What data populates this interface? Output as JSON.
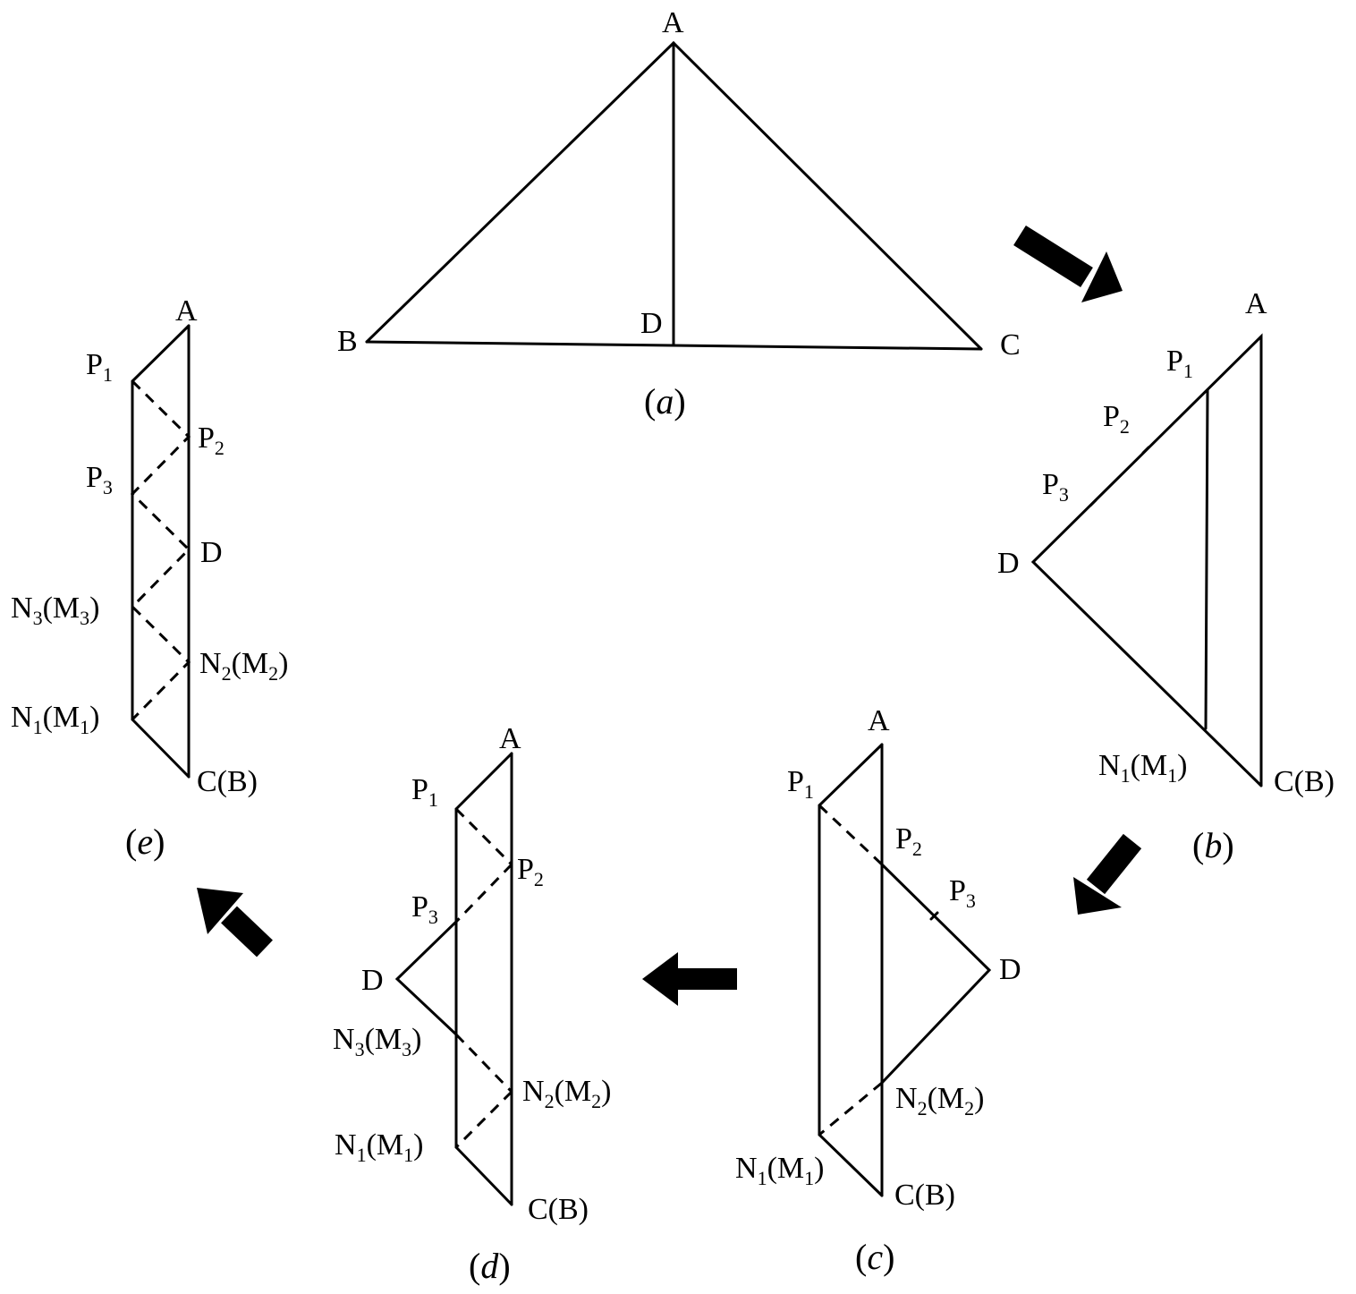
{
  "colors": {
    "ink": "#000000",
    "background": "#ffffff"
  },
  "panels": {
    "a": {
      "caption_open": "(",
      "caption_letter": "a",
      "caption_close": ")",
      "labels": {
        "A": "A",
        "B": "B",
        "C": "C",
        "D": "D"
      }
    },
    "b": {
      "caption_open": "(",
      "caption_letter": "b",
      "caption_close": ")",
      "labels": {
        "A": "A",
        "P1": "P",
        "P1_sub": "1",
        "P2": "P",
        "P2_sub": "2",
        "P3": "P",
        "P3_sub": "3",
        "D": "D",
        "N1": "N",
        "N1_sub": "1",
        "N1_mid": "(M",
        "N1_sub2": "1",
        "N1_end": ")",
        "CB": "C(B)"
      }
    },
    "c": {
      "caption_open": "(",
      "caption_letter": "c",
      "caption_close": ")",
      "labels": {
        "A": "A",
        "P1": "P",
        "P1_sub": "1",
        "P2": "P",
        "P2_sub": "2",
        "P3": "P",
        "P3_sub": "3",
        "D": "D",
        "N2": "N",
        "N2_sub": "2",
        "N2_mid": "(M",
        "N2_sub2": "2",
        "N2_end": ")",
        "N1": "N",
        "N1_sub": "1",
        "N1_mid": "(M",
        "N1_sub2": "1",
        "N1_end": ")",
        "CB": "C(B)"
      }
    },
    "d": {
      "caption_open": "(",
      "caption_letter": "d",
      "caption_close": ")",
      "labels": {
        "A": "A",
        "P1": "P",
        "P1_sub": "1",
        "P2": "P",
        "P2_sub": "2",
        "P3": "P",
        "P3_sub": "3",
        "D": "D",
        "N3": "N",
        "N3_sub": "3",
        "N3_mid": "(M",
        "N3_sub2": "3",
        "N3_end": ")",
        "N2": "N",
        "N2_sub": "2",
        "N2_mid": "(M",
        "N2_sub2": "2",
        "N2_end": ")",
        "N1": "N",
        "N1_sub": "1",
        "N1_mid": "(M",
        "N1_sub2": "1",
        "N1_end": ")",
        "CB": "C(B)"
      }
    },
    "e": {
      "caption_open": "(",
      "caption_letter": "e",
      "caption_close": ")",
      "labels": {
        "A": "A",
        "P1": "P",
        "P1_sub": "1",
        "P2": "P",
        "P2_sub": "2",
        "P3": "P",
        "P3_sub": "3",
        "D": "D",
        "N3": "N",
        "N3_sub": "3",
        "N3_mid": "(M",
        "N3_sub2": "3",
        "N3_end": ")",
        "N2": "N",
        "N2_sub": "2",
        "N2_mid": "(M",
        "N2_sub2": "2",
        "N2_end": ")",
        "N1": "N",
        "N1_sub": "1",
        "N1_mid": "(M",
        "N1_sub2": "1",
        "N1_end": ")",
        "CB": "C(B)"
      }
    }
  },
  "arrows": [
    {
      "icon": "arrow-down-right-icon"
    },
    {
      "icon": "arrow-down-left-icon"
    },
    {
      "icon": "arrow-left-icon"
    },
    {
      "icon": "arrow-up-left-icon"
    }
  ]
}
